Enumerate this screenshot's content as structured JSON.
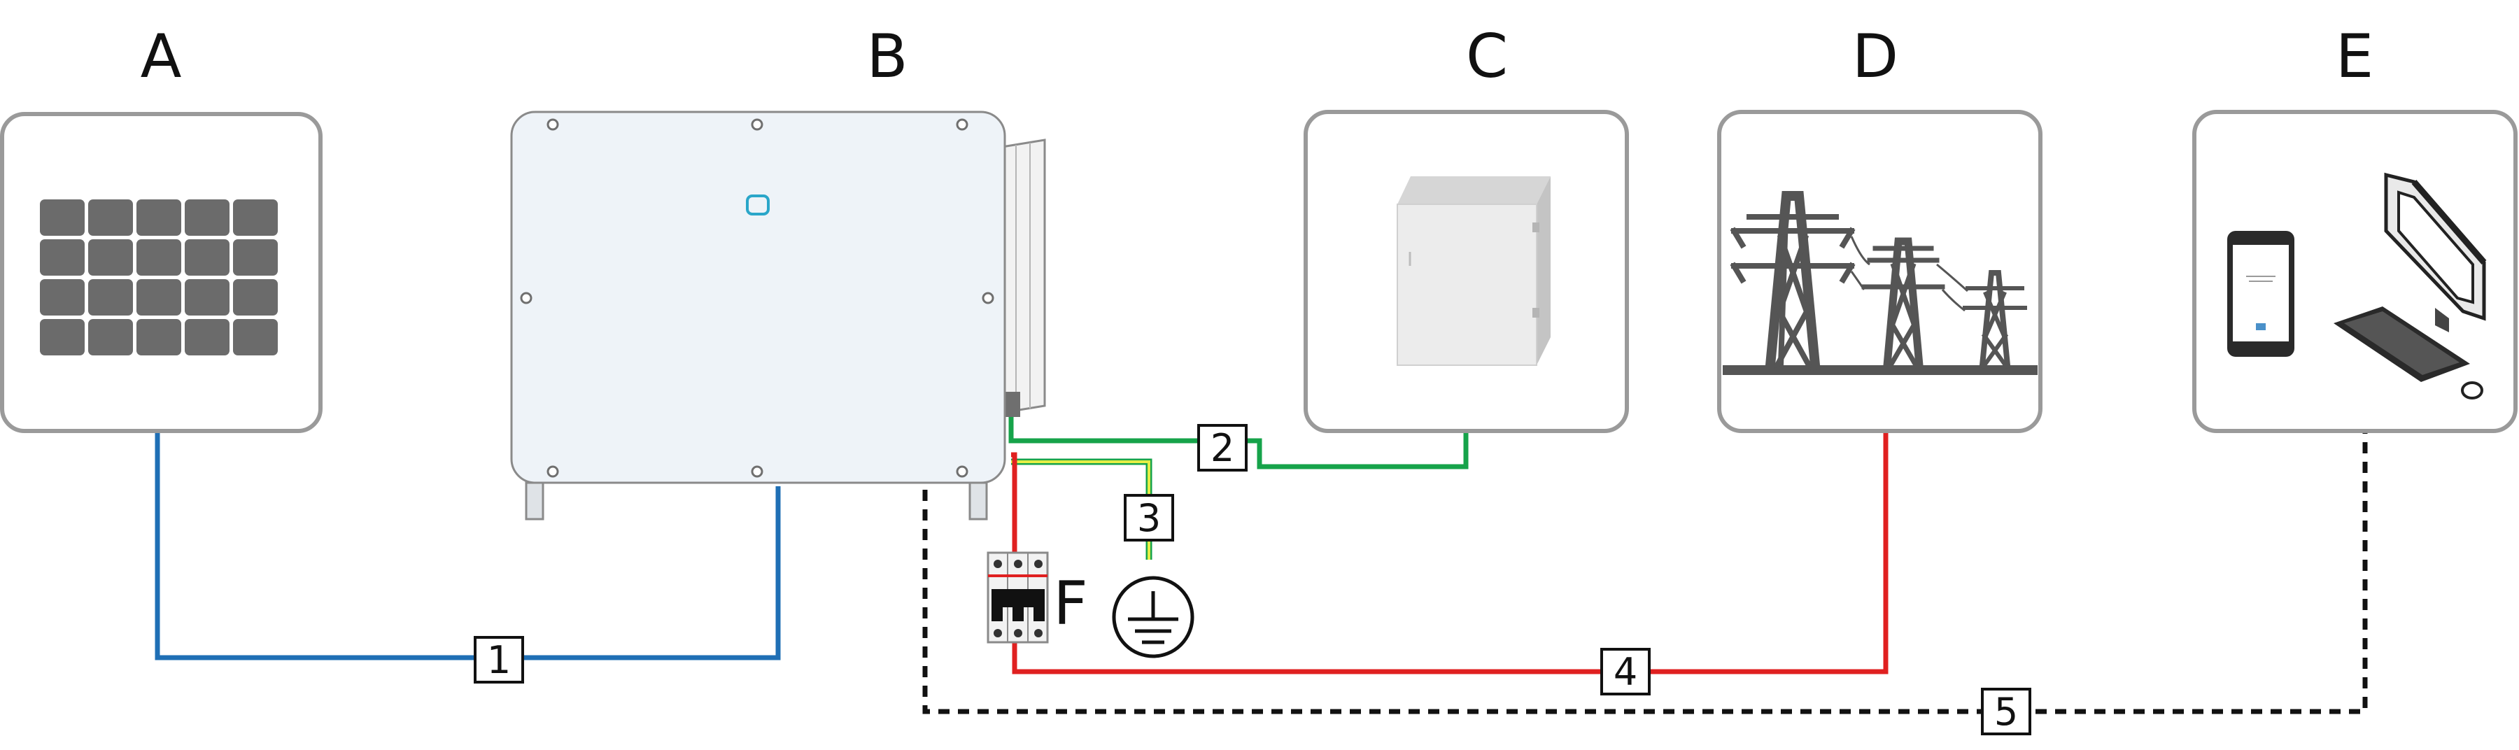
{
  "components": [
    {
      "id": "A",
      "letter": "A",
      "icon": "solar-panel-icon"
    },
    {
      "id": "B",
      "letter": "B",
      "icon": "inverter-icon"
    },
    {
      "id": "C",
      "letter": "C",
      "icon": "cabinet-icon"
    },
    {
      "id": "D",
      "letter": "D",
      "icon": "transmission-tower-icon"
    },
    {
      "id": "E",
      "letter": "E",
      "icon": "phone-and-computer-icon"
    },
    {
      "id": "F",
      "letter": "F",
      "icon": "circuit-breaker-icon"
    }
  ],
  "connections": [
    {
      "number": "1",
      "from": "A",
      "to": "B",
      "color": "#1f6fb5",
      "style": "solid"
    },
    {
      "number": "2",
      "from": "B",
      "to": "C",
      "color": "#16a34a",
      "style": "solid"
    },
    {
      "number": "3",
      "from": "B",
      "to": "ground",
      "color": "#d4e157",
      "style": "solid"
    },
    {
      "number": "4",
      "from": "B",
      "to": "D",
      "via": "F",
      "color": "#e02020",
      "style": "solid"
    },
    {
      "number": "5",
      "from": "B",
      "to": "E",
      "color": "#111111",
      "style": "dashed"
    }
  ],
  "icons": {
    "ground": "ground-symbol-icon",
    "status_light": "status-indicator-icon"
  },
  "colors": {
    "dc_cable": "#1f6fb5",
    "communication_cable": "#16a34a",
    "pe_cable_green": "#16a34a",
    "pe_cable_yellow": "#e4ee45",
    "ac_cable": "#e02020",
    "network_cable": "#111111",
    "card_border": "#9a9a9a",
    "panel_cell": "#6b6b6b",
    "tower": "#555555"
  }
}
